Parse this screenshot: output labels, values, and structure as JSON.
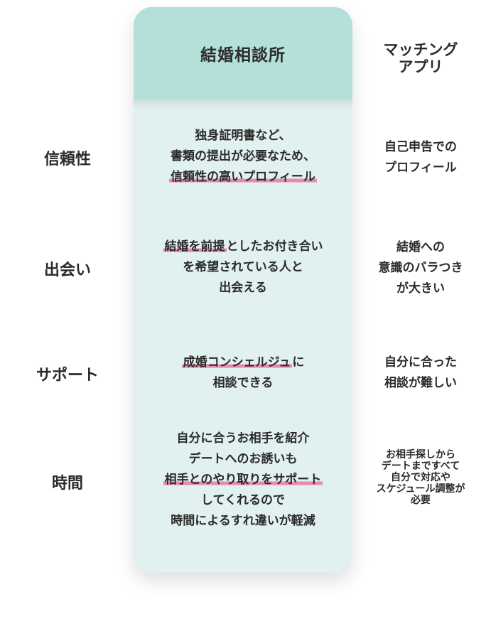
{
  "header": {
    "agency_title": "結婚相談所",
    "app_title_line1": "マッチング",
    "app_title_line2": "アプリ"
  },
  "rows": [
    {
      "label": "信頼性",
      "agency_line1": "独身証明書など、",
      "agency_line2": "書類の提出が必要なため、",
      "agency_line3": "信頼性の高いプロフィール",
      "app_line1": "自己申告での",
      "app_line2": "プロフィール"
    },
    {
      "label": "出会い",
      "agency_line1_highlight": "結婚を前提",
      "agency_line1_rest": "としたお付き合い",
      "agency_line2": "を希望されている人と",
      "agency_line3": "出会える",
      "app_line1": "結婚への",
      "app_line2": "意識のバラつき",
      "app_line3": "が大きい"
    },
    {
      "label": "サポート",
      "agency_line1_highlight": "成婚コンシェルジュ",
      "agency_line1_rest": "に",
      "agency_line2": "相談できる",
      "app_line1": "自分に合った",
      "app_line2": "相談が難しい"
    },
    {
      "label": "時間",
      "agency_line1": "自分に合うお相手を紹介",
      "agency_line2": "デートへのお誘いも",
      "agency_line3": "相手とのやり取りをサポート",
      "agency_line4": "してくれるので",
      "agency_line5": "時間によるすれ違いが軽減",
      "app_line1": "お相手探しから",
      "app_line2": "デートまですべて",
      "app_line3": "自分で対応や",
      "app_line4": "スケジュール調整が",
      "app_line5": "必要"
    }
  ],
  "colors": {
    "card_background": "#e0f1ef",
    "card_header": "#b3e0d9",
    "highlight": "#e889ae",
    "text": "#2b2b2b"
  }
}
